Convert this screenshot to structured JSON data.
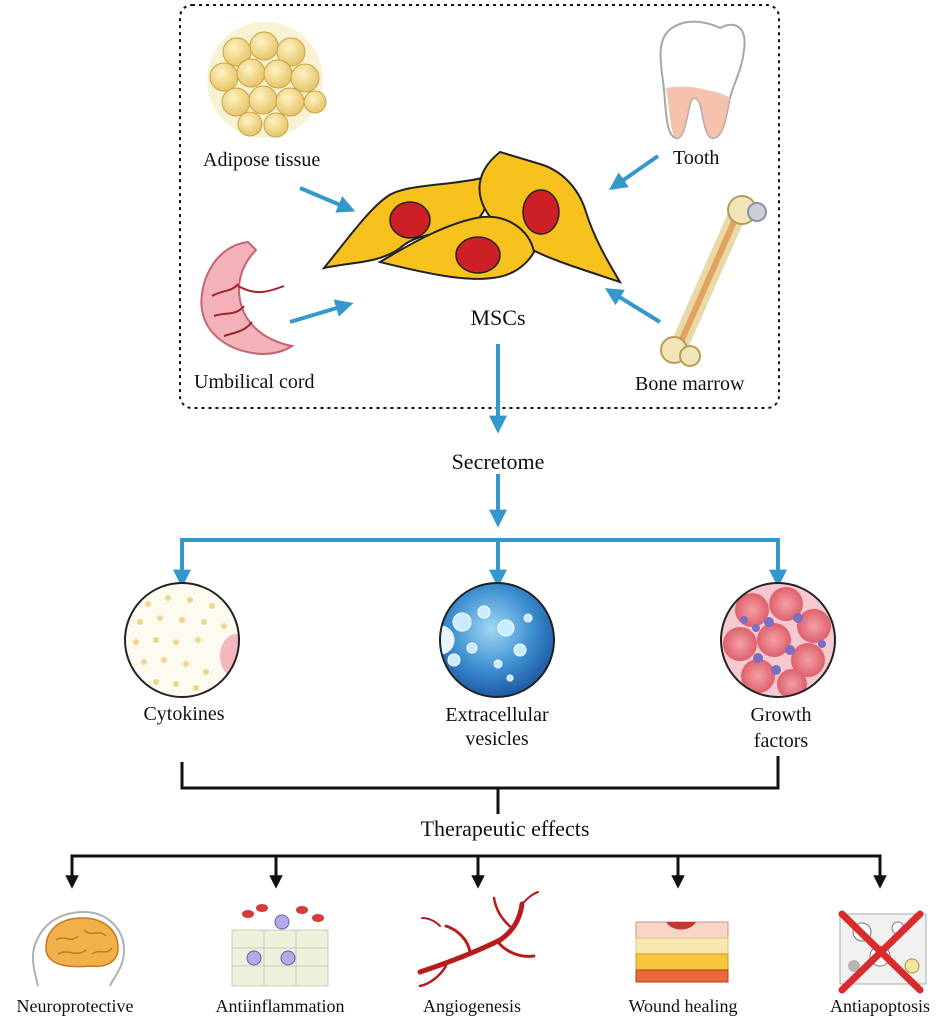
{
  "sources": {
    "adipose": "Adipose tissue",
    "tooth": "Tooth",
    "umbilical": "Umbilical cord",
    "bone": "Bone marrow"
  },
  "center": {
    "label": "MSCs"
  },
  "secretome": {
    "label": "Secretome"
  },
  "components": [
    {
      "label": "Cytokines"
    },
    {
      "label_line1": "Extracellular",
      "label_line2": "vesicles"
    },
    {
      "label_line1": "Growth",
      "label_line2": "factors"
    }
  ],
  "therapeutic": {
    "label": "Therapeutic effects"
  },
  "effects": [
    {
      "label": "Neuroprotective",
      "icon": "brain-icon"
    },
    {
      "label": "Antiinflammation",
      "icon": "inflammation-cells-icon"
    },
    {
      "label": "Angiogenesis",
      "icon": "blood-vessel-icon"
    },
    {
      "label": "Wound healing",
      "icon": "skin-layers-icon"
    },
    {
      "label": "Antiapoptosis",
      "icon": "crossed-cell-icon"
    }
  ],
  "colors": {
    "flow_arrow": "#3399cc",
    "effect_arrow": "#111111",
    "cell_fill": "#f7c21e",
    "nucleus": "#cc1f26"
  }
}
